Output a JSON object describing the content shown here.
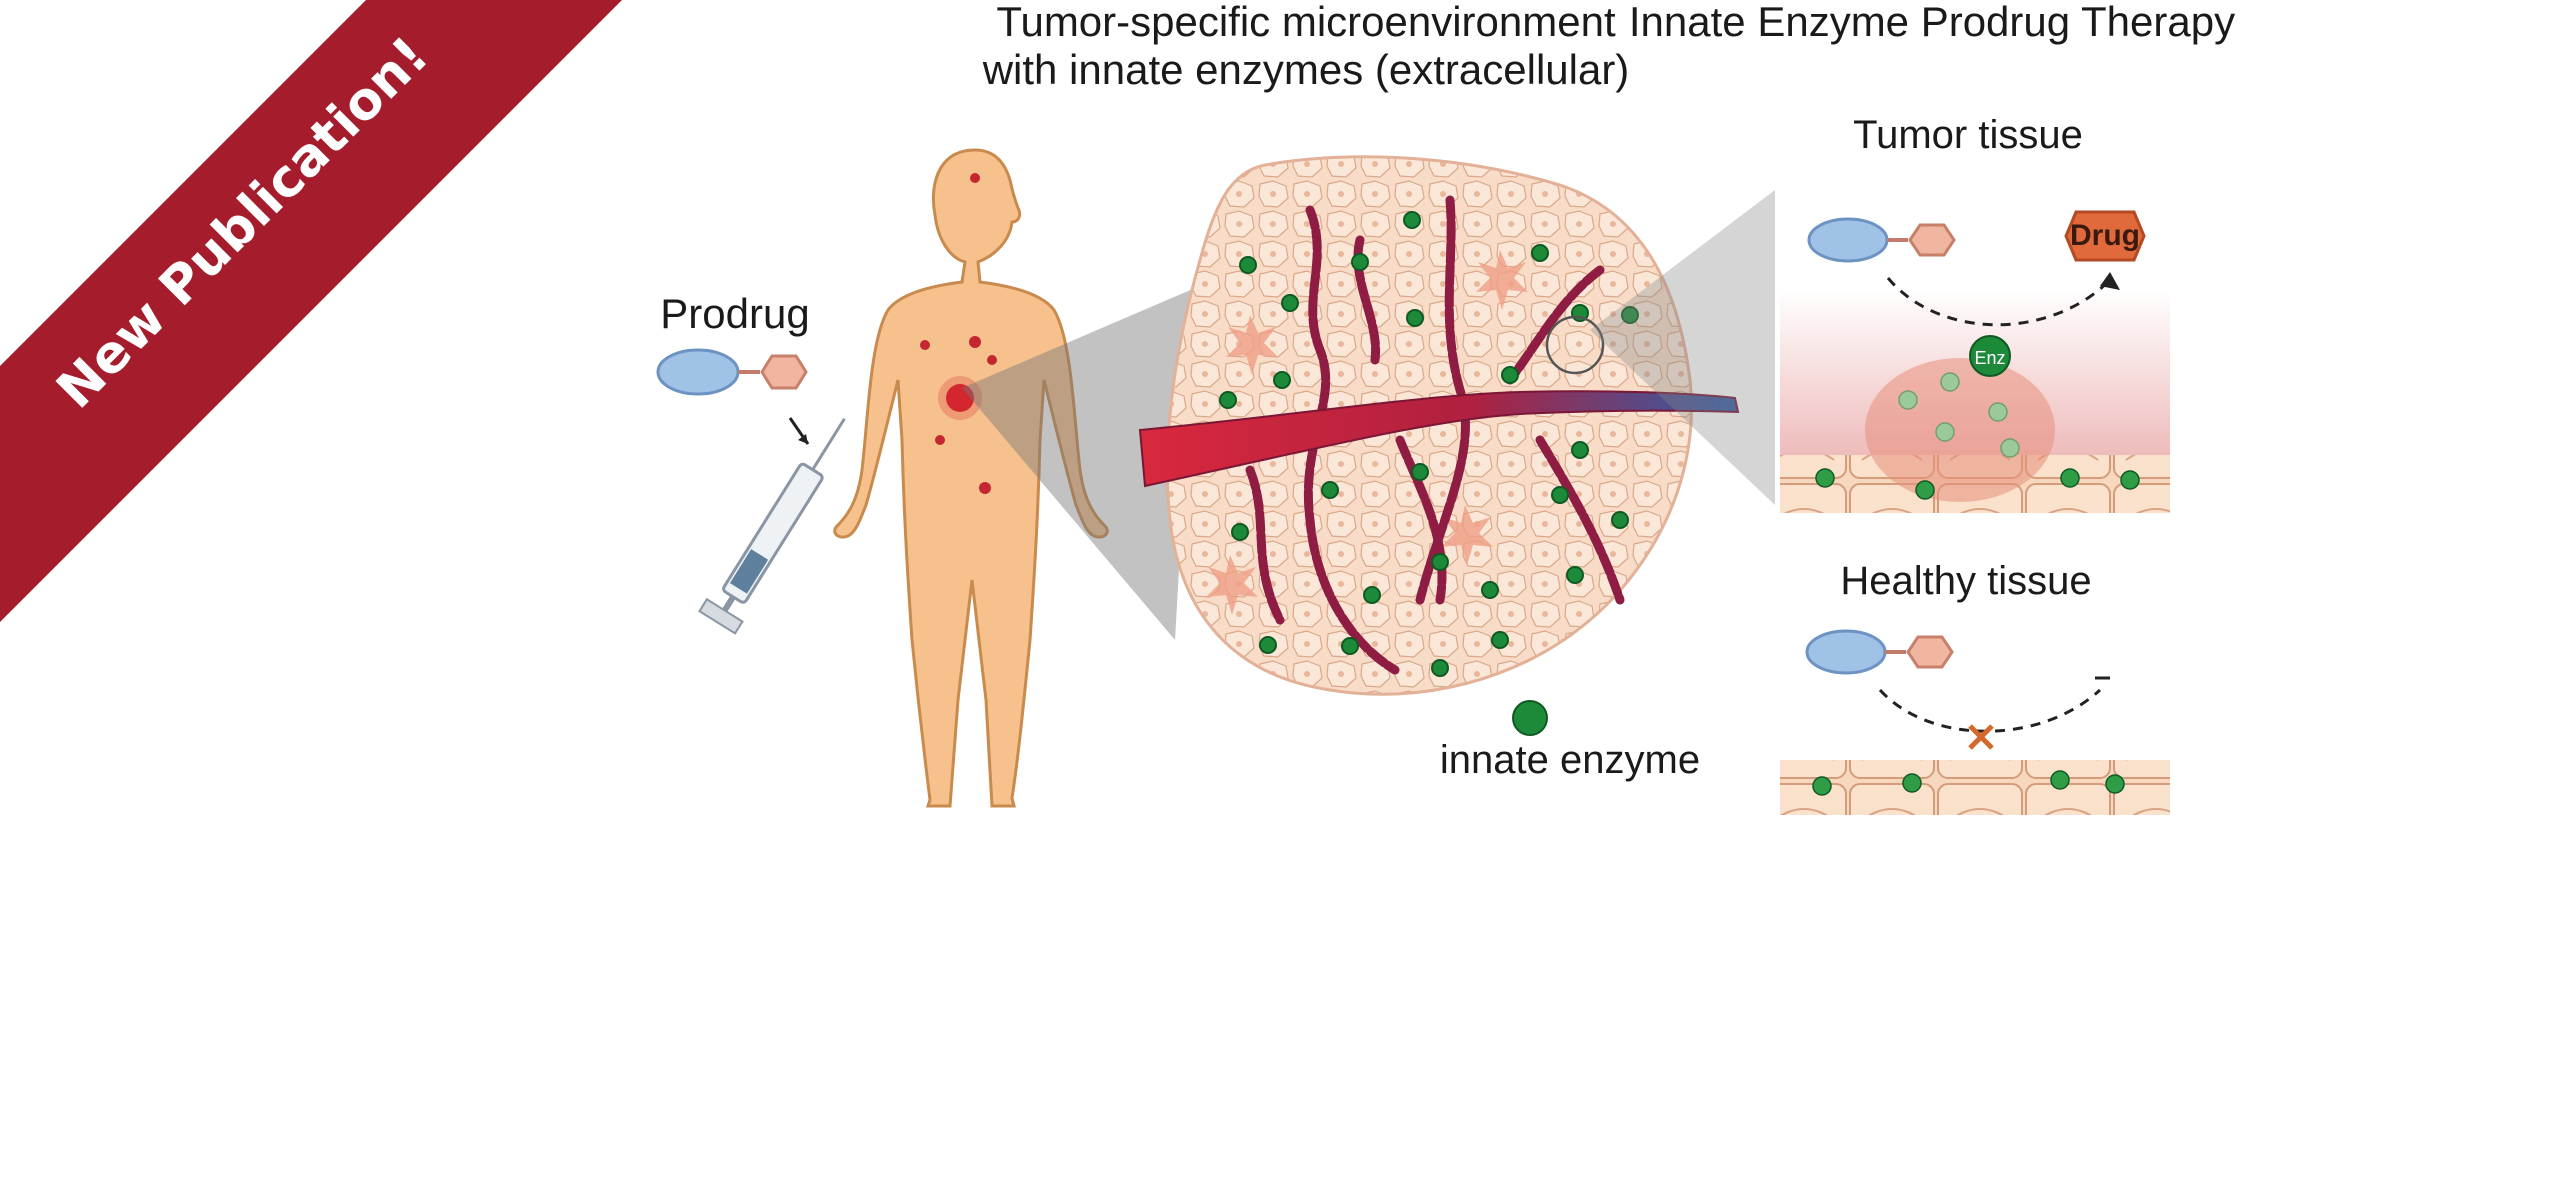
{
  "banner": {
    "text": "New Publication!",
    "color": "#a51d2d"
  },
  "headings": {
    "micro_line1": "Tumor-specific microenvironment",
    "micro_line2": "with innate enzymes (extracellular)",
    "therapy": "Innate Enzyme Prodrug Therapy",
    "tumor_tissue": "Tumor tissue",
    "healthy_tissue": "Healthy tissue"
  },
  "labels": {
    "prodrug": "Prodrug",
    "drug": "Drug",
    "enzyme_short": "Enz",
    "legend_enzyme": "innate enzyme"
  },
  "colors": {
    "skin": "#f6c18d",
    "tumor_cell": "#f8d9c3",
    "vessel": "#8e1c43",
    "artery": "#d9283e",
    "enzyme": "#1d8a3a",
    "prodrug_oval": "#9fc2e6",
    "prodrug_hex": "#f1b6a2",
    "drug_hex": "#e06a3c"
  }
}
